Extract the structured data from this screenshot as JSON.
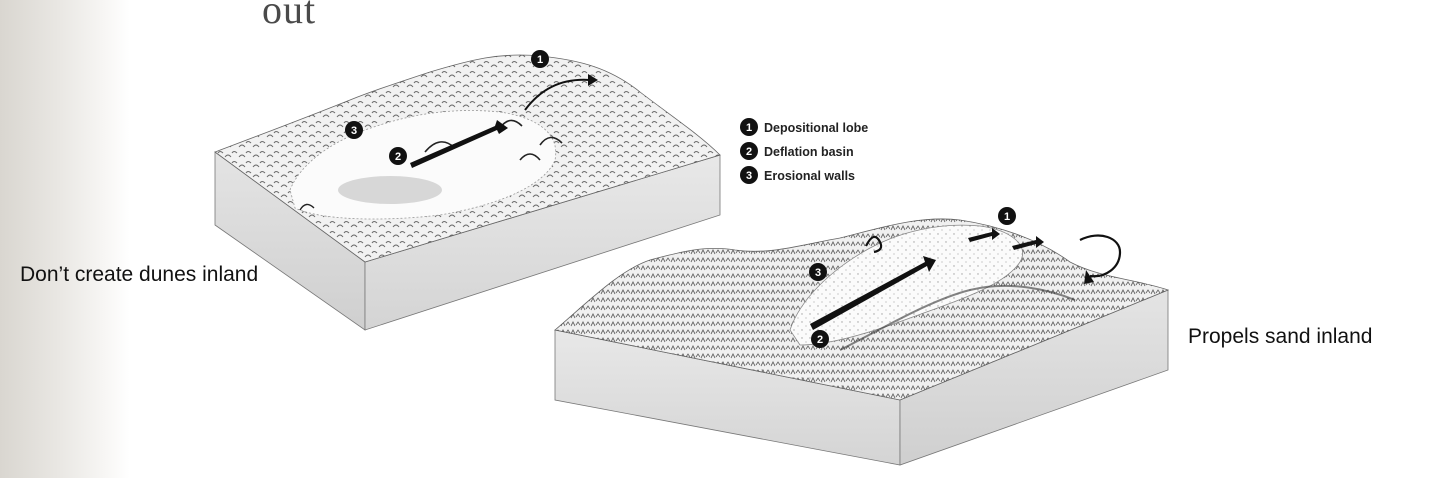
{
  "title_fragment": "out",
  "legend": {
    "items": [
      {
        "num": "1",
        "label": "Depositional lobe"
      },
      {
        "num": "2",
        "label": "Deflation basin"
      },
      {
        "num": "3",
        "label": "Erosional walls"
      }
    ]
  },
  "diagram_left": {
    "markers": [
      "1",
      "2",
      "3"
    ]
  },
  "diagram_right": {
    "markers": [
      "1",
      "2",
      "3"
    ]
  },
  "captions": {
    "left": "Don’t create dunes inland",
    "right": "Propels sand inland"
  }
}
